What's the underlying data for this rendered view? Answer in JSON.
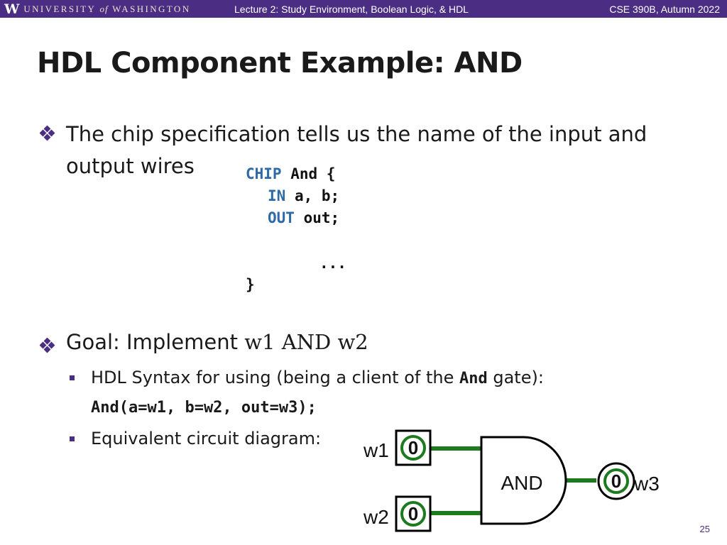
{
  "header": {
    "logo_w": "W",
    "logo_university": "UNIVERSITY",
    "logo_of": "of",
    "logo_washington": "WASHINGTON",
    "lecture_title": "Lecture 2: Study Environment, Boolean Logic, & HDL",
    "course": "CSE 390B, Autumn 2022"
  },
  "slide": {
    "title": "HDL Component Example: AND",
    "bullet1": "The chip specification tells us the name of the input and output wires",
    "code": {
      "line1_kw": "CHIP",
      "line1_rest": " And {",
      "line2_kw": "IN",
      "line2_rest": " a, b;",
      "line3_kw": "OUT",
      "line3_rest": " out;",
      "line4": "...",
      "line5": "}"
    },
    "bullet2_prefix": "Goal: Implement ",
    "bullet2_math": "w1 AND w2",
    "sub1_prefix": "HDL Syntax for using (being a client of the ",
    "sub1_code": "And",
    "sub1_suffix": " gate):",
    "sub1_line2": "And(a=w1, b=w2, out=w3);",
    "sub2": "Equivalent circuit diagram:",
    "page_number": "25"
  },
  "circuit": {
    "input1_label": "w1",
    "input1_value": "0",
    "input2_label": "w2",
    "input2_value": "0",
    "gate_label": "AND",
    "output_value": "0",
    "output_label": "w3",
    "wire_color": "#1e7a1e",
    "pin_color": "#1e7a1e"
  },
  "colors": {
    "header_bg": "#4b2e83",
    "keyword": "#2e6aa8"
  }
}
